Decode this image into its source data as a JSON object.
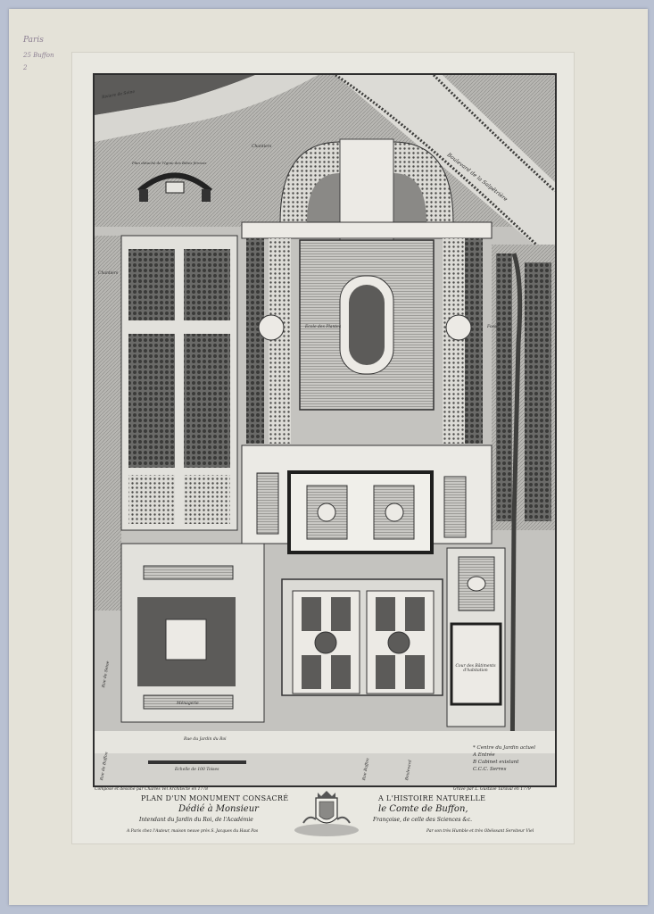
{
  "pencil": {
    "line1": "Paris",
    "line2": "25 Buffon",
    "line3": "2"
  },
  "map_labels": {
    "riviere": "Riviere de Seine",
    "chantiers": "Chantiers",
    "plan_detache": "Plan détaché de l'Ignie des Bêtes féroces",
    "chantiers_left": "Chantiers",
    "boulevard": "Boulevard de la Salpêtrière",
    "ecole_plantes": "Ecole des Plantes",
    "fosse": "Fossé",
    "cour": "Cour des Bâtiments d'habitation",
    "menagerie": "Ménagerie",
    "rue_jardin": "Rue du Jardin du Roi",
    "echelle": "Echelle de 100 Toises",
    "rue_seine": "Rue de Seine",
    "rue_buffon": "Rue Buffon",
    "boulevard2": "Boulevard",
    "rue_left": "Rue de Buffon"
  },
  "legend": {
    "line1": "* Centre du Jardin actuel",
    "line2": "A Entrée",
    "line3": "B Cabinet existant",
    "line4": "C.C.C. Serres"
  },
  "caption": {
    "composed_by": "Composé et dessiné par Charles Vel Architecte en 1778",
    "engraved_by": "Gravé par L. Gustave Taraval en 1779",
    "title_left": "PLAN D'UN MONUMENT CONSACRÉ",
    "title_right": "A L'HISTOIRE NATURELLE",
    "dedie_left": "Dédié à Monsieur",
    "dedie_right": "le Comte de Buffon,",
    "intendant_left": "Intendant du Jardin du Roi, de l'Académie",
    "intendant_right": "Françoise, de celle des Sciences &c.",
    "address_left": "A Paris chez l'Auteur, maison neuve près S. Jacques du Haut Pas",
    "address_right": "Par son très Humble et très Obéissant Serviteur Viel"
  }
}
